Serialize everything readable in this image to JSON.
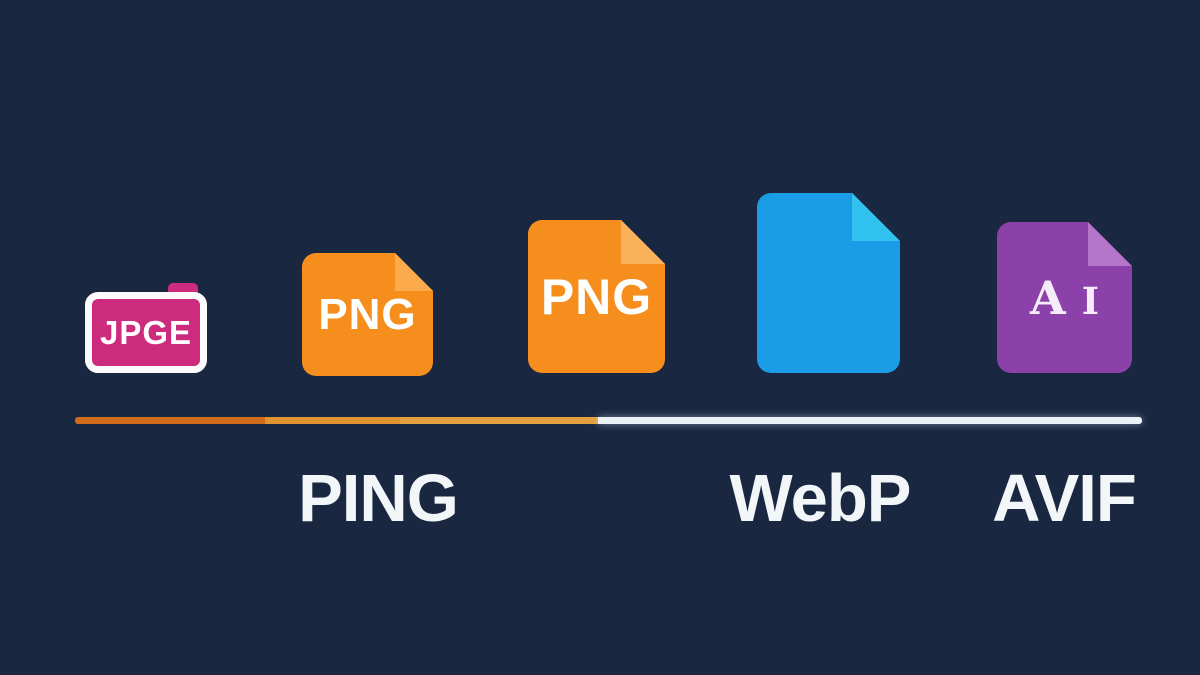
{
  "colors": {
    "background": "#1a2740",
    "jpge_pink": "#cd2b7d",
    "png_orange": "#f68e1e",
    "png_fold": "#fbaa4c",
    "png_large_fold": "#fcb25a",
    "webp_blue": "#1a9ce6",
    "webp_fold": "#31c2f0",
    "avif_purple": "#8b41a9",
    "avif_fold": "#b474c8",
    "line_seg1": "#d06b1c",
    "line_seg2": "#e0932f",
    "line_seg3": "#e3a040",
    "line_white": "#eaf2f8",
    "label_text": "#f3f6f9"
  },
  "icons": {
    "jpge": {
      "label": "JPGE"
    },
    "png_small": {
      "label": "PNG"
    },
    "png_large": {
      "label": "PNG"
    },
    "avif": {
      "letter_a": "A",
      "letter_i": "I"
    }
  },
  "labels": {
    "ping": "PING",
    "webp": "WebP",
    "avif": "AVIF"
  }
}
